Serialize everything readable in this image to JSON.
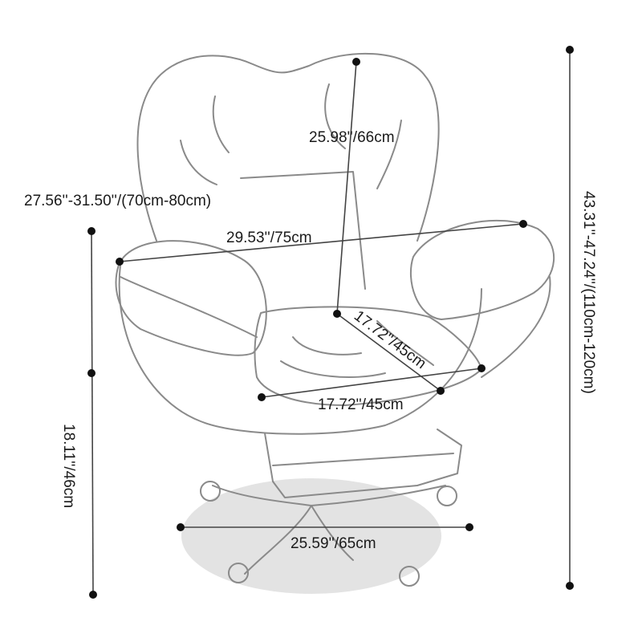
{
  "diagram": {
    "floor_color": "#e3e3e3",
    "line_color": "#444444",
    "dimensions": {
      "backrest_height": "25.98''/66cm",
      "overall_width": "27.56''-31.50''/(70cm-80cm)",
      "arm_width": "29.53''/75cm",
      "seat_depth": "17.72''/45cm",
      "seat_width": "17.72''/45cm",
      "seat_height": "18.11''/46cm",
      "base_width": "25.59''/65cm",
      "total_height": "43.31''-47.24''/(110cm-120cm)"
    }
  }
}
